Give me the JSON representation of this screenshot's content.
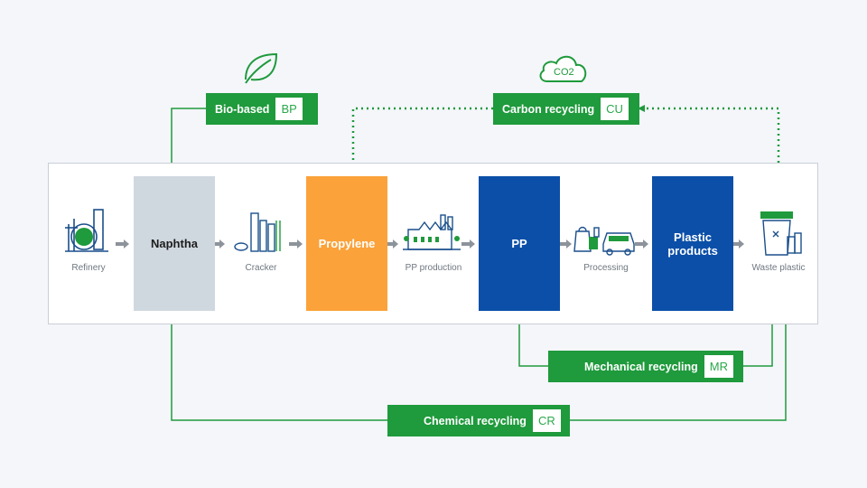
{
  "flow": {
    "blocks": {
      "naphtha": "Naphtha",
      "propylene": "Propylene",
      "pp": "PP",
      "plastic_products": "Plastic products"
    },
    "steps": {
      "refinery": "Refinery",
      "cracker": "Cracker",
      "pp_production": "PP production",
      "processing": "Processing",
      "waste_plastic": "Waste plastic"
    }
  },
  "recycling": {
    "bio_based": {
      "label": "Bio-based",
      "abbr": "BP"
    },
    "carbon": {
      "label": "Carbon recycling",
      "abbr": "CU"
    },
    "mechanical": {
      "label": "Mechanical recycling",
      "abbr": "MR"
    },
    "chemical": {
      "label": "Chemical recycling",
      "abbr": "CR"
    }
  },
  "icons": {
    "leaf": "leaf-icon",
    "co2_cloud": "CO2",
    "recycle": "recycle-icon"
  },
  "colors": {
    "green": "#1f9a3c",
    "blue": "#0b4fa8",
    "orange": "#fba23a",
    "grey_block": "#d0d8df",
    "icon_blue": "#1a4f8b",
    "icon_green": "#1f9a3c"
  }
}
